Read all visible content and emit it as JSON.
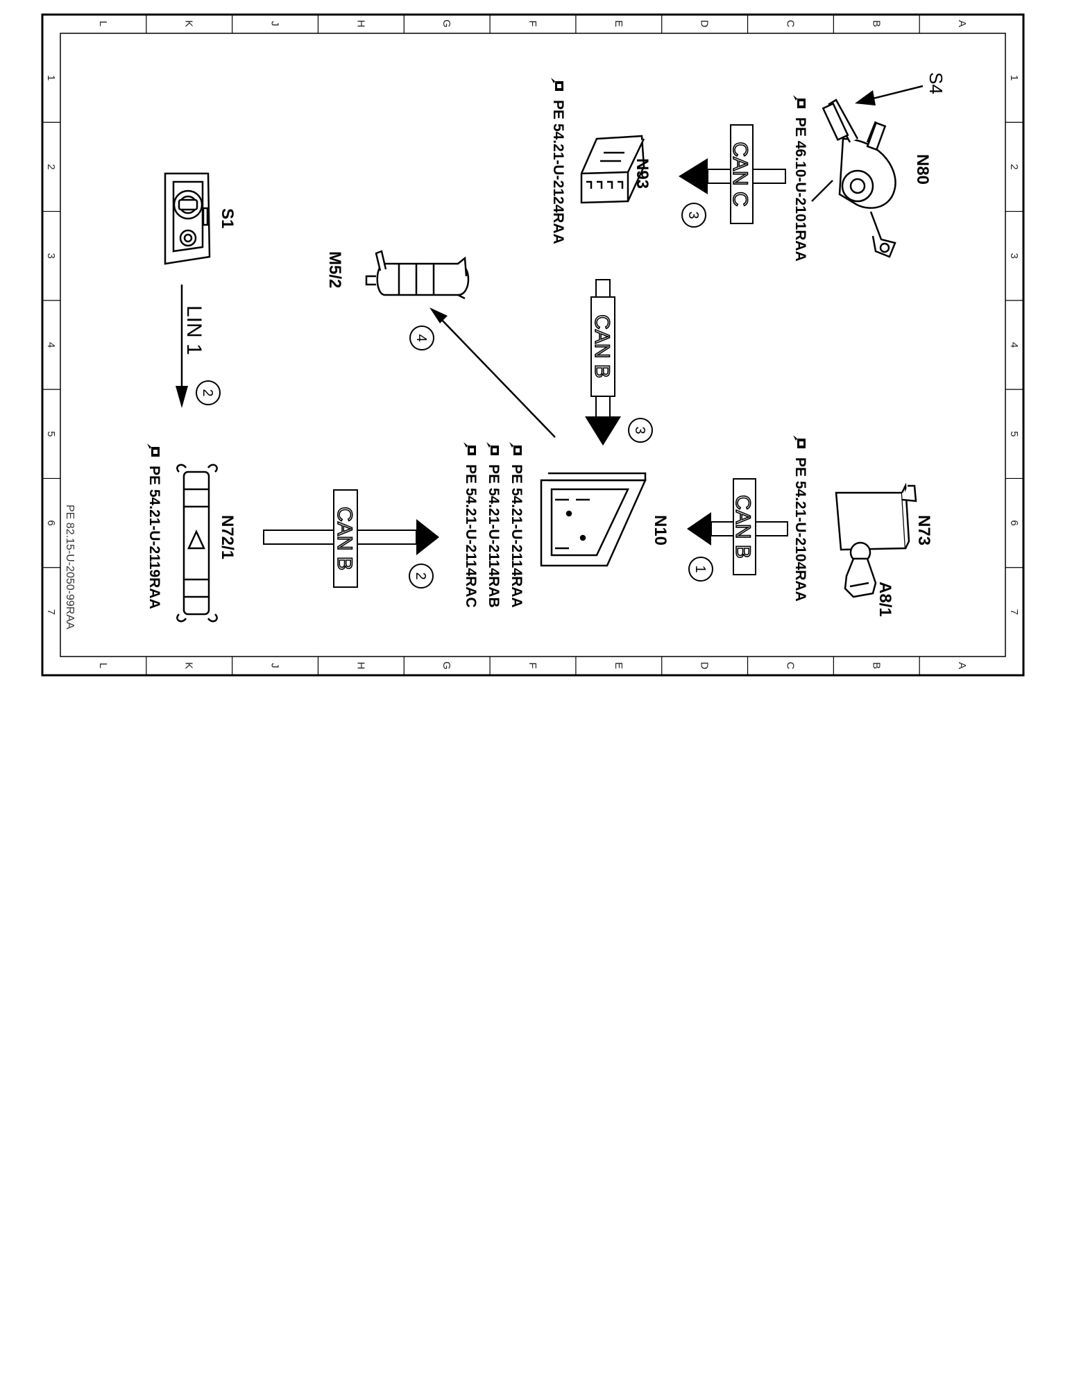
{
  "border": {
    "columns": [
      "L",
      "K",
      "J",
      "H",
      "G",
      "F",
      "E",
      "D",
      "C",
      "B",
      "A"
    ],
    "rows": [
      "1",
      "2",
      "3",
      "4",
      "5",
      "6",
      "7"
    ]
  },
  "drawing_number": "PE 82.15-U-2050-99RAA",
  "components": {
    "s4": {
      "label": "S4"
    },
    "n80": {
      "label": "N80",
      "ref": "PE 46.10-U-2101RAA"
    },
    "n93": {
      "label": "N93",
      "ref": "PE 54.21-U-2124RAA"
    },
    "s1": {
      "label": "S1"
    },
    "m52": {
      "label": "M5/2"
    },
    "n73": {
      "label": "N73",
      "ref": "PE 54.21-U-2104RAA"
    },
    "a81": {
      "label": "A8/1"
    },
    "n10": {
      "label": "N10",
      "refs": [
        "PE 54.21-U-2114RAA",
        "PE 54.21-U-2114RAB",
        "PE 54.21-U-2114RAC"
      ]
    },
    "n721": {
      "label": "N72/1",
      "ref": "PE 54.21-U-2119RAA"
    }
  },
  "connections": {
    "n80_n93": {
      "bus": "CAN C",
      "step": "3"
    },
    "n93_n10": {
      "bus": "CAN B",
      "step": "3"
    },
    "n73_n10": {
      "bus": "CAN B",
      "step": "1"
    },
    "n721_n10": {
      "bus": "CAN B",
      "step": "2"
    },
    "s1_n721": {
      "bus": "LIN 1",
      "step": "2"
    },
    "n10_m52": {
      "step": "4"
    }
  }
}
